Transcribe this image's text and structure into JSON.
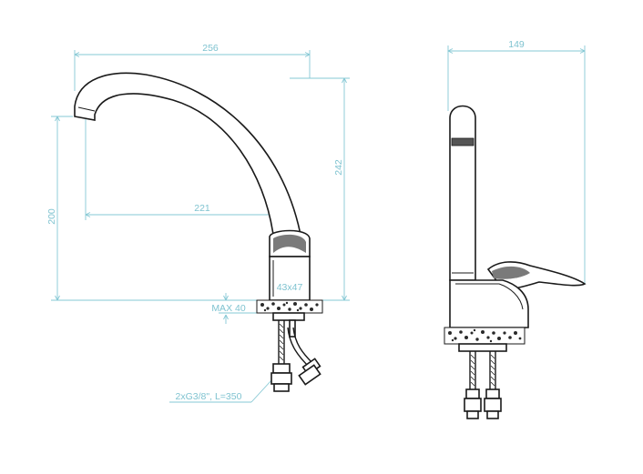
{
  "dimensions": {
    "overall_width": "256",
    "reach": "221",
    "spout_height": "200",
    "overall_height": "242",
    "side_depth": "149",
    "base_size": "43x47",
    "max_counter": "MAX 40",
    "hoses": "2xG3/8\", L=350"
  },
  "colors": {
    "dimension": "#7fc3d0",
    "outline": "#1a1a1a"
  }
}
